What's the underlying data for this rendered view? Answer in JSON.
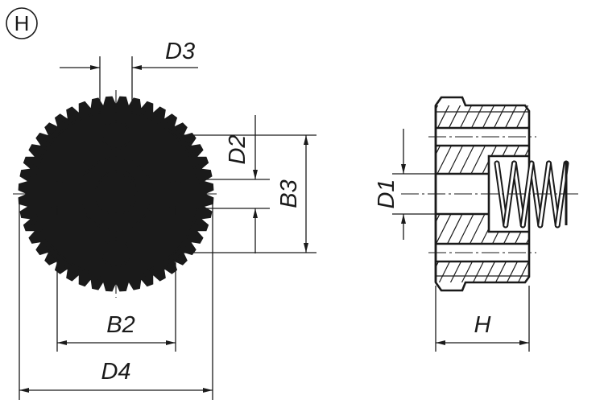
{
  "view_badge": "H",
  "dimensions": {
    "d3": "D3",
    "d2": "D2",
    "b3": "B3",
    "b2": "B2",
    "d4": "D4",
    "d1": "D1",
    "h": "H"
  }
}
